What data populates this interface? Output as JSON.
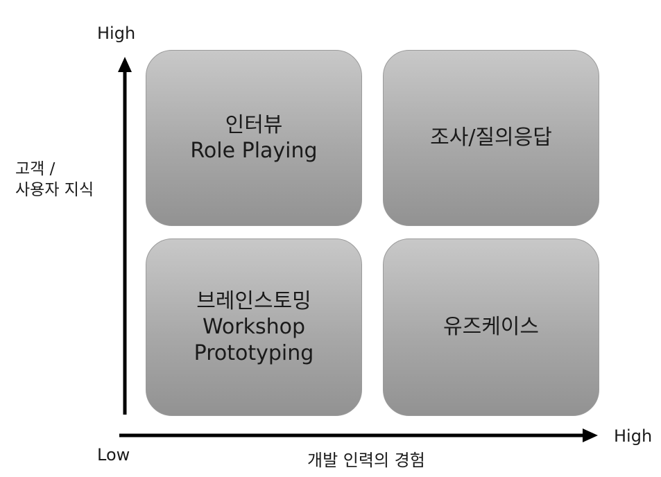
{
  "axes": {
    "y_high": "High",
    "y_label_lines": [
      "고객 /",
      "사용자 지식"
    ],
    "low": "Low",
    "x_high": "High",
    "x_label": "개발 인력의 경험"
  },
  "quadrants": {
    "top_left": [
      "인터뷰",
      "Role Playing"
    ],
    "top_right": [
      "조사/질의응답"
    ],
    "bottom_left": [
      "브레인스토밍",
      "Workshop",
      "Prototyping"
    ],
    "bottom_right": [
      "유즈케이스"
    ]
  },
  "colors": {
    "box_top": "#c8c8c8",
    "box_bottom": "#929292",
    "axis": "#000000"
  }
}
